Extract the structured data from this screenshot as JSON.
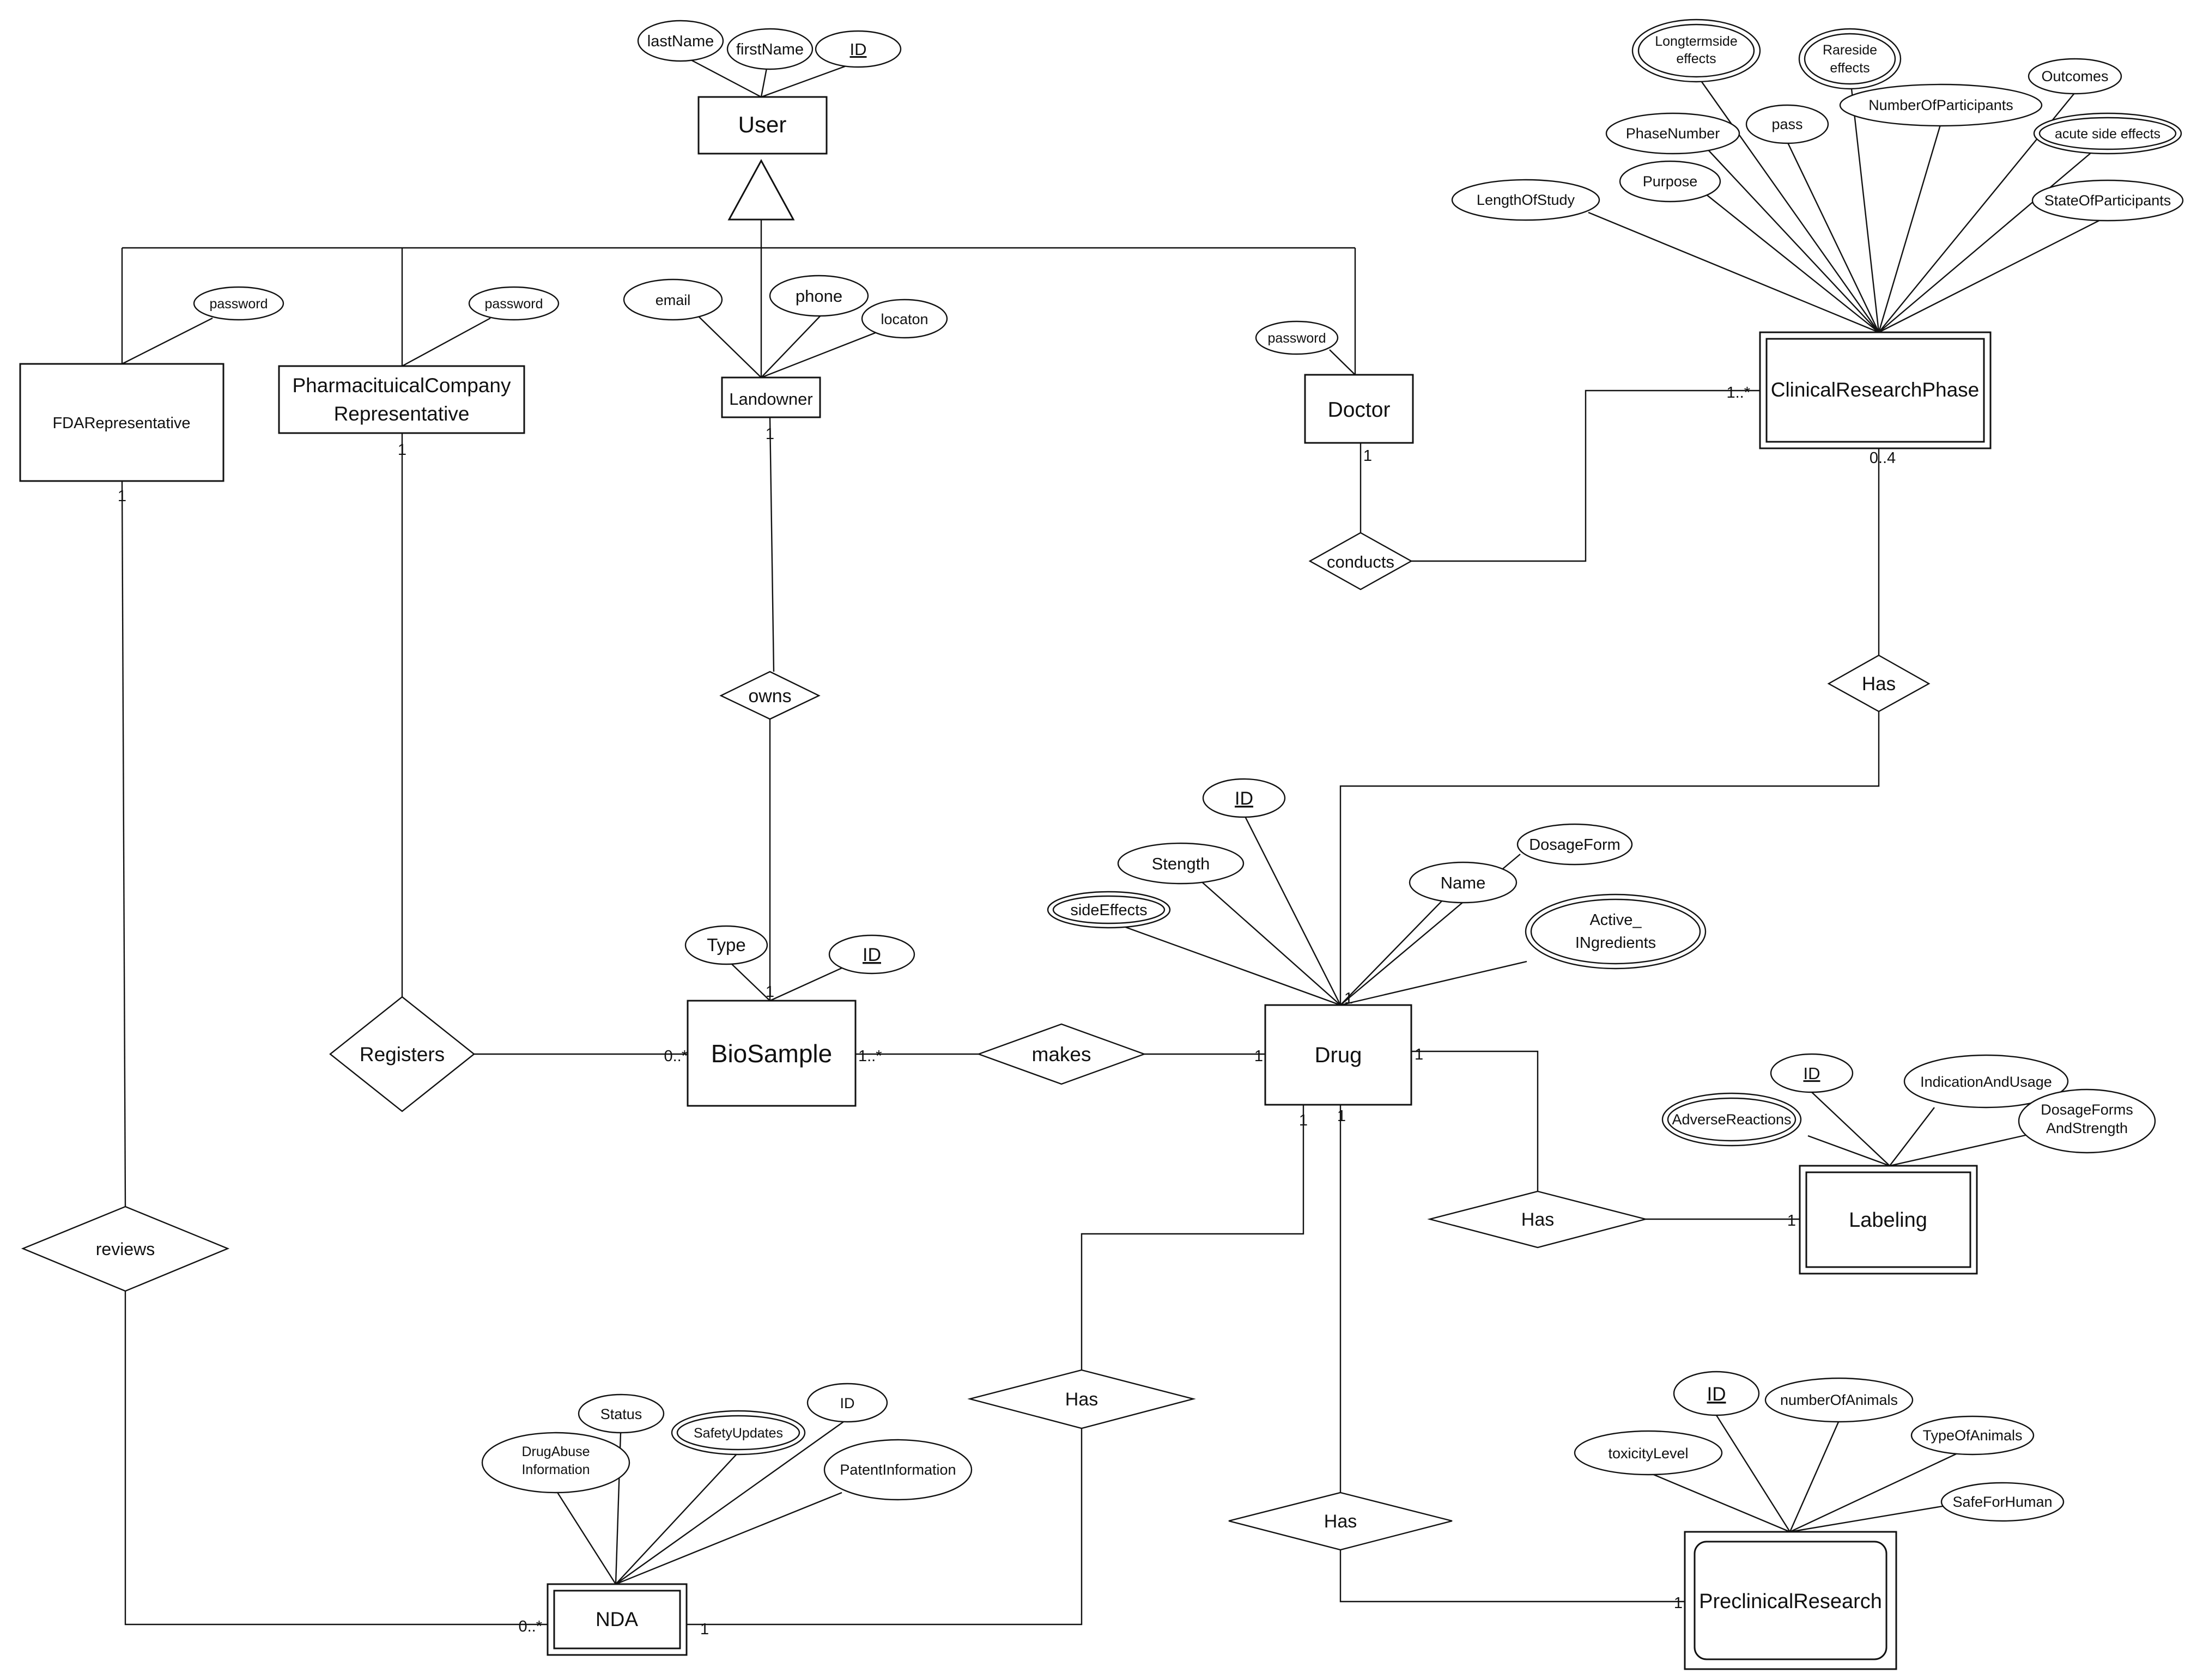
{
  "entities": {
    "user": "User",
    "fda": "FDARepresentative",
    "pharma_line1": "PharmacituicalCompany",
    "pharma_line2": "Representative",
    "landowner": "Landowner",
    "doctor": "Doctor",
    "clinical": "ClinicalResearchPhase",
    "biosample": "BioSample",
    "drug": "Drug",
    "labeling": "Labeling",
    "nda": "NDA",
    "preclinical": "PreclinicalResearch"
  },
  "relationships": {
    "conducts": "conducts",
    "owns": "owns",
    "has_clinical": "Has",
    "registers": "Registers",
    "makes": "makes",
    "has_labeling": "Has",
    "reviews": "reviews",
    "has_nda": "Has",
    "has_preclinical": "Has"
  },
  "attributes": {
    "user_lastname": "lastName",
    "user_firstname": "firstName",
    "user_id": "ID",
    "fda_password": "password",
    "pharma_password": "password",
    "land_email": "email",
    "land_phone": "phone",
    "land_location": "locaton",
    "doctor_password": "password",
    "crp_longterm_1": "Longtermside",
    "crp_longterm_2": "effects",
    "crp_rareside_1": "Rareside",
    "crp_rareside_2": "effects",
    "crp_outcomes": "Outcomes",
    "crp_phasenumber": "PhaseNumber",
    "crp_pass": "pass",
    "crp_numparticipants": "NumberOfParticipants",
    "crp_acute": "acute side effects",
    "crp_purpose": "Purpose",
    "crp_lengthofstudy": "LengthOfStudy",
    "crp_state": "StateOfParticipants",
    "drug_id": "ID",
    "drug_strength": "Stength",
    "drug_dosageform": "DosageForm",
    "drug_name": "Name",
    "drug_sideeffects": "sideEffects",
    "drug_active_1": "Active_",
    "drug_active_2": "INgredients",
    "bio_type": "Type",
    "bio_id": "ID",
    "lab_id": "ID",
    "lab_indication": "IndicationAndUsage",
    "lab_adverse": "AdverseReactions",
    "lab_dosage_1": "DosageForms",
    "lab_dosage_2": "AndStrength",
    "nda_status": "Status",
    "nda_id": "ID",
    "nda_drugabuse_1": "DrugAbuse",
    "nda_drugabuse_2": "Information",
    "nda_safety": "SafetyUpdates",
    "nda_patent": "PatentInformation",
    "pre_id": "ID",
    "pre_numanimals": "numberOfAnimals",
    "pre_toxicity": "toxicityLevel",
    "pre_typeanimals": "TypeOfAnimals",
    "pre_safe": "SafeForHuman"
  },
  "cardinalities": {
    "fda_1": "1",
    "pharma_1": "1",
    "land_1": "1",
    "doctor_1": "1",
    "crp_many": "1..*",
    "crp_04": "0..4",
    "bio_top_1": "1",
    "bio_left": "0..*",
    "bio_right": "1..*",
    "drug_left": "1",
    "drug_top": "1",
    "drug_right": "1",
    "drug_b1": "1",
    "drug_b2": "1",
    "lab_1": "1",
    "nda_left": "0..*",
    "nda_right": "1",
    "pre_1": "1"
  }
}
